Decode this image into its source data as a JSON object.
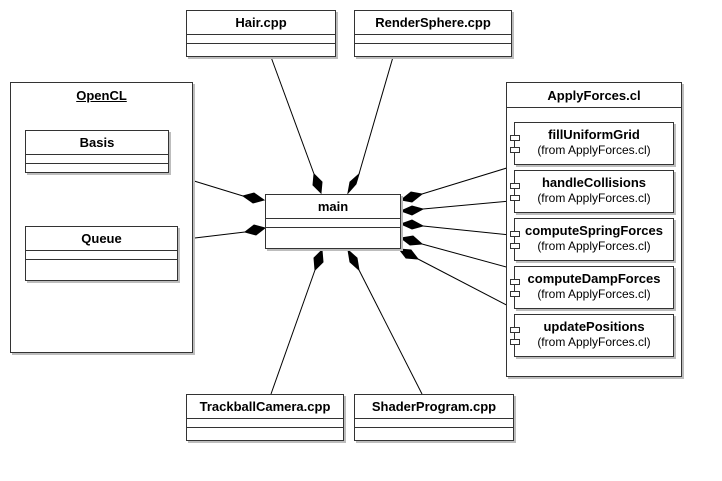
{
  "classes": {
    "hair": "Hair.cpp",
    "render_sphere": "RenderSphere.cpp",
    "main": "main",
    "trackball_camera": "TrackballCamera.cpp",
    "shader_program": "ShaderProgram.cpp",
    "basis": "Basis",
    "queue": "Queue"
  },
  "opencl_package": {
    "title": "OpenCL"
  },
  "apply_forces": {
    "title": "ApplyForces.cl",
    "kernels": [
      {
        "name": "fillUniformGrid",
        "from": "(from ApplyForces.cl)"
      },
      {
        "name": "handleCollisions",
        "from": "(from ApplyForces.cl)"
      },
      {
        "name": "computeSpringForces",
        "from": "(from ApplyForces.cl)"
      },
      {
        "name": "computeDampForces",
        "from": "(from ApplyForces.cl)"
      },
      {
        "name": "updatePositions",
        "from": "(from ApplyForces.cl)"
      }
    ]
  }
}
